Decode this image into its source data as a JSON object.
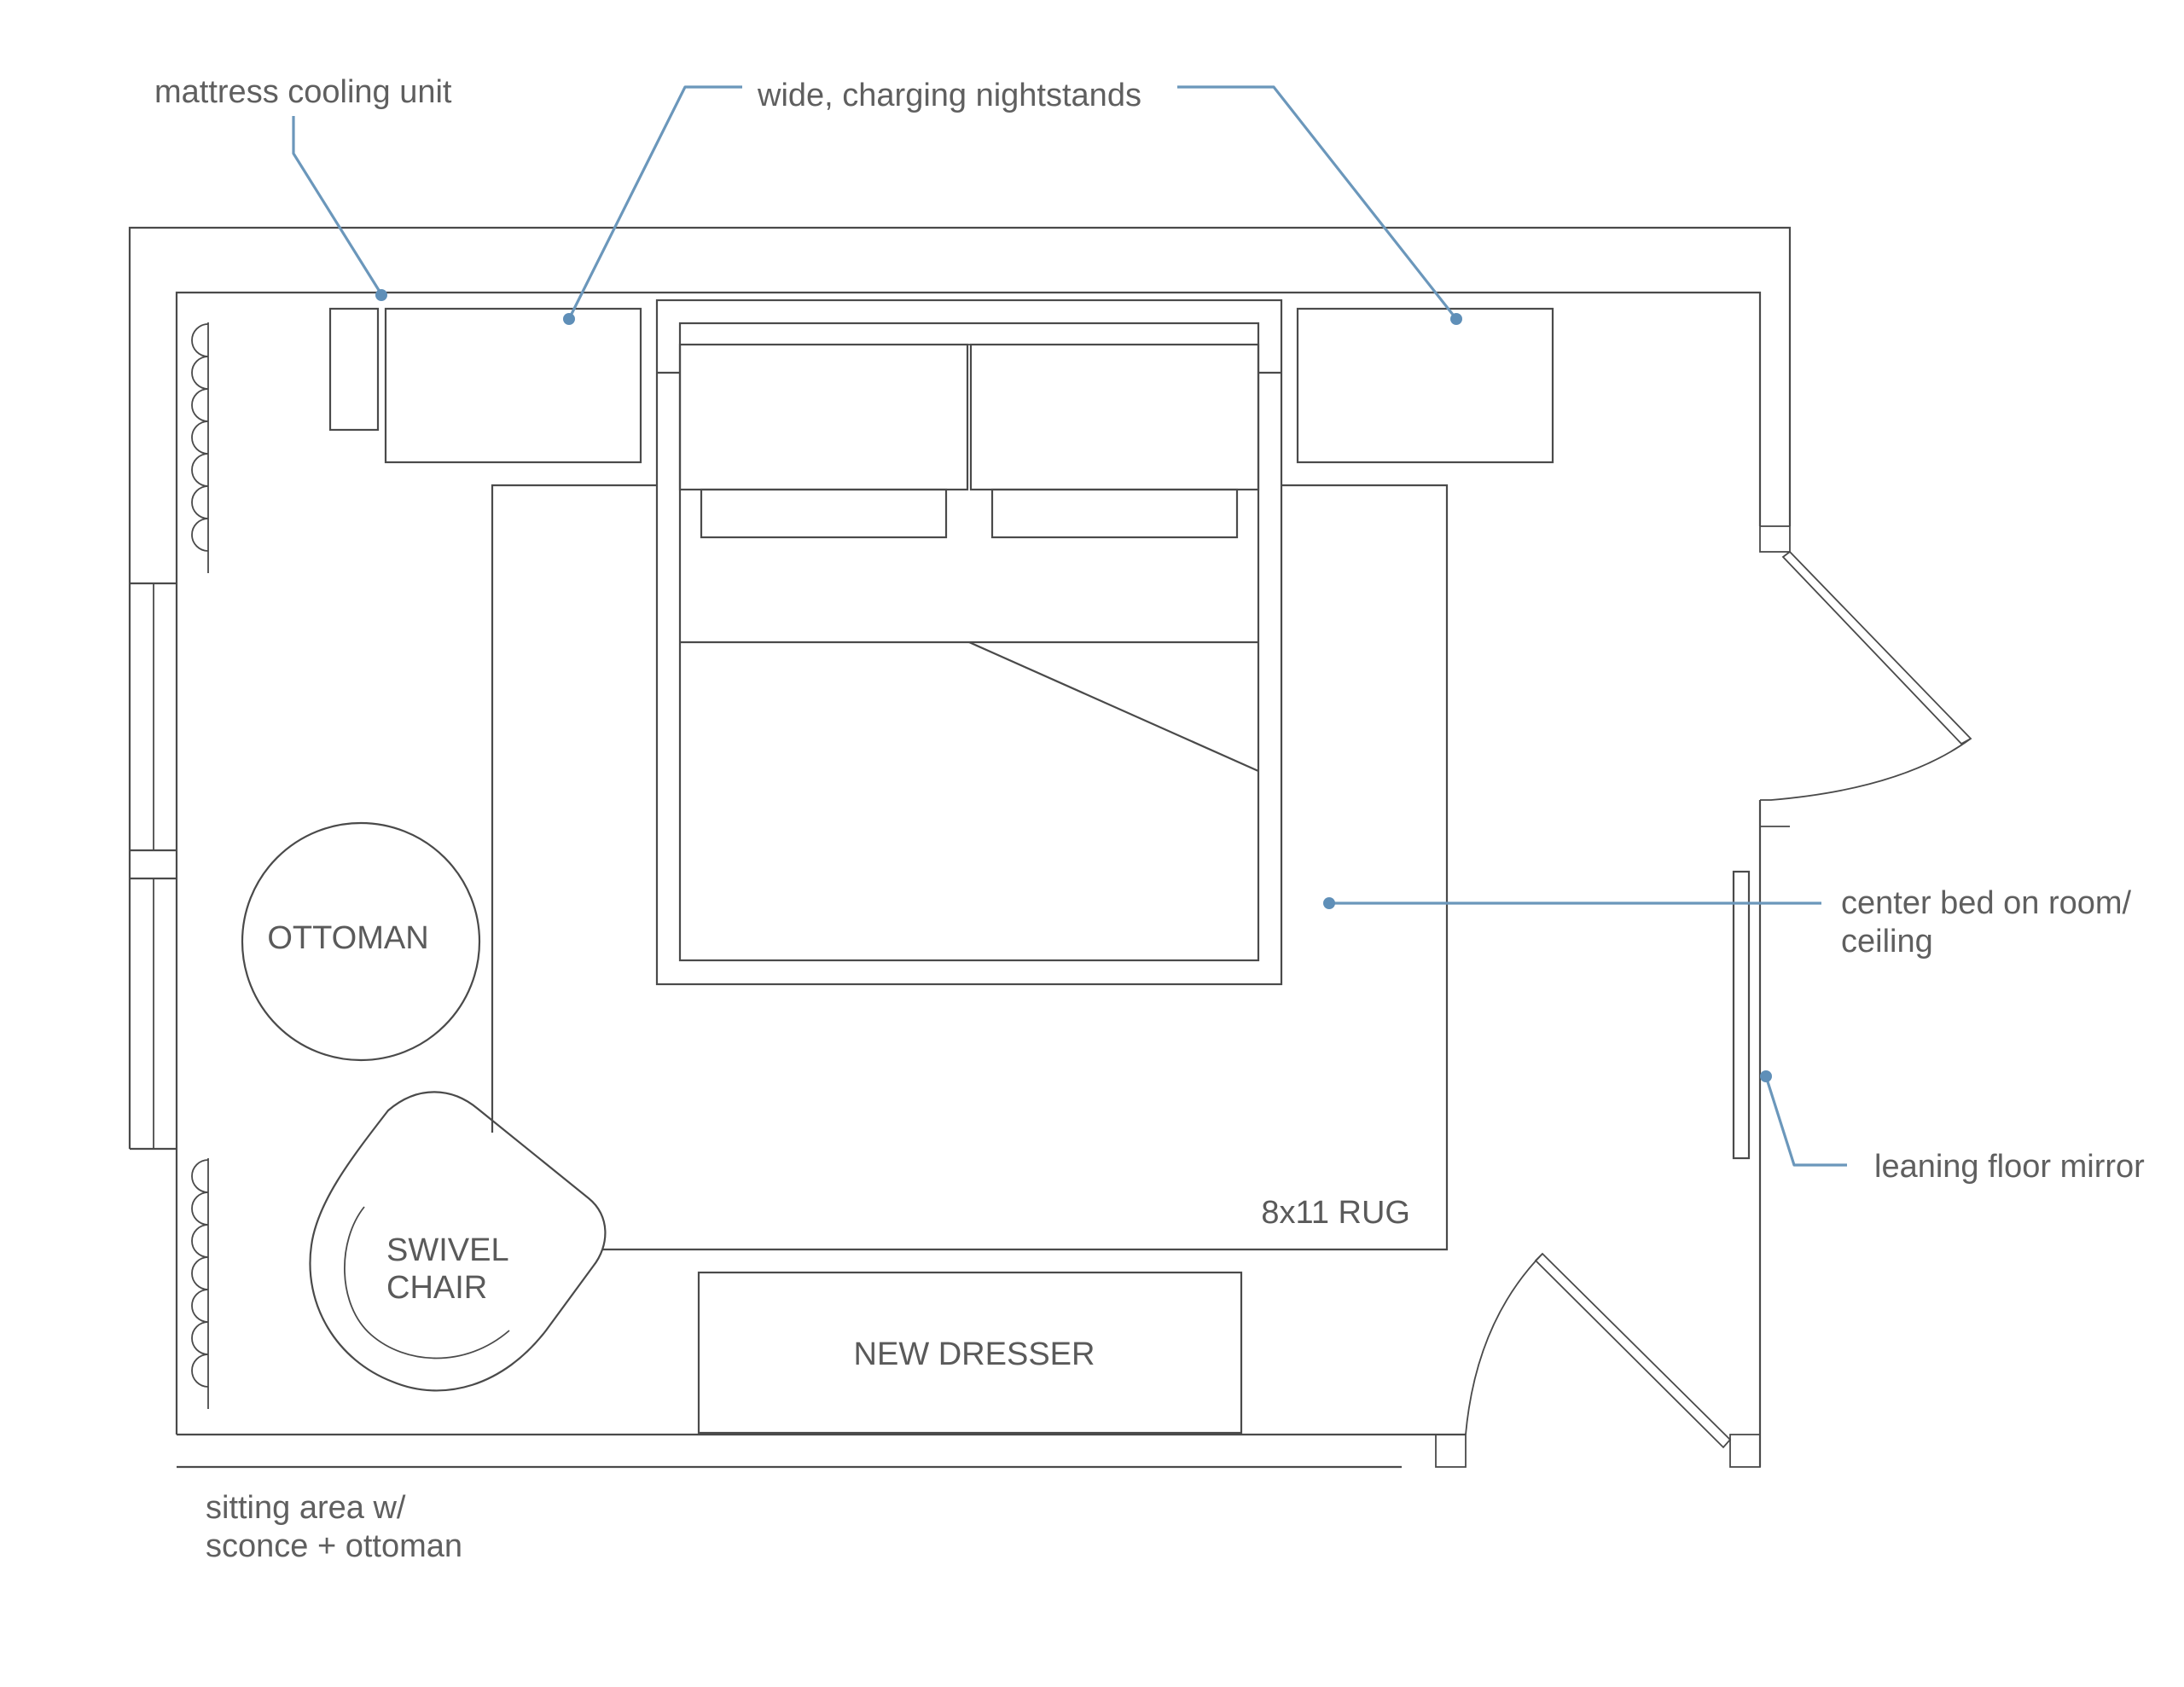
{
  "callouts": {
    "mattress_cooling_unit": "mattress cooling unit",
    "nightstands": "wide, charging nightstands",
    "center_bed": [
      "center bed on room/",
      "ceiling"
    ],
    "floor_mirror": "leaning floor mirror",
    "sitting_area": [
      "sitting area w/",
      "sconce + ottoman"
    ]
  },
  "furniture": {
    "ottoman": "OTTOMAN",
    "swivel_chair": [
      "SWIVEL",
      "CHAIR"
    ],
    "rug": "8x11 RUG",
    "dresser": "NEW DRESSER"
  },
  "colors": {
    "lines": "#4a4a4a",
    "leader": "#6b97bb",
    "text": "#5c5c5c"
  }
}
